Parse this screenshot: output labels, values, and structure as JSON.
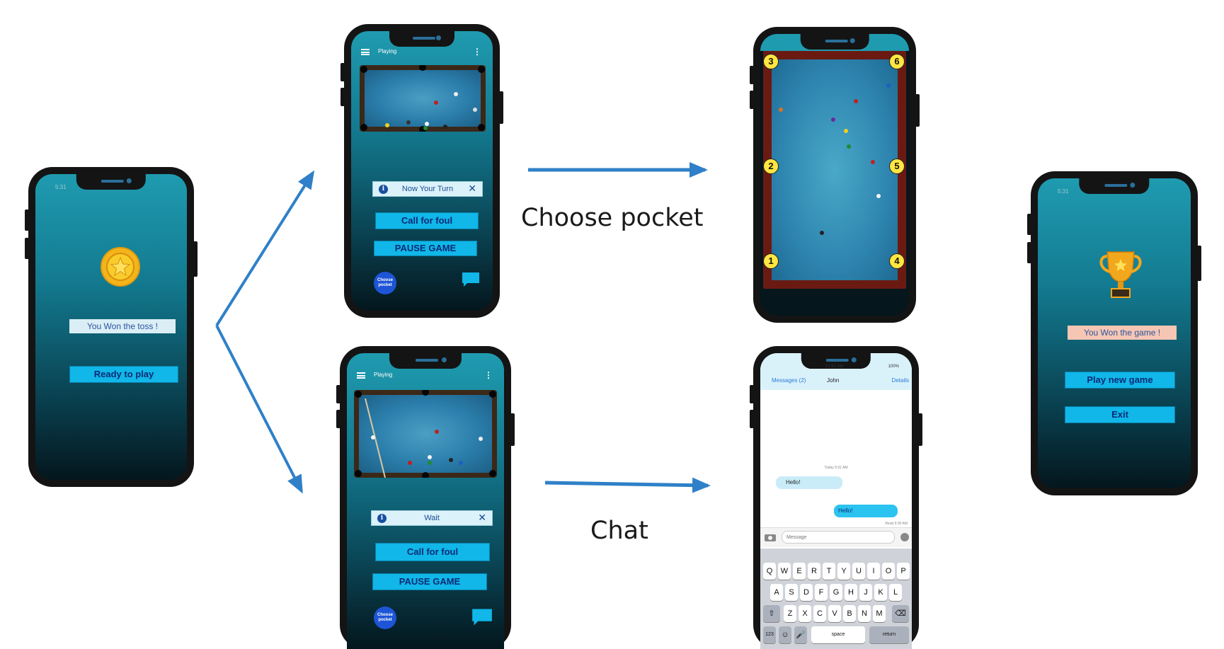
{
  "phone1": {
    "status_time": "5:31",
    "toss_message": "You Won the toss !",
    "ready_button": "Ready to play",
    "coin_icon": "star-coin-icon"
  },
  "phone2": {
    "title": "Playing",
    "info_message": "Now Your Turn",
    "foul_button": "Call for foul",
    "pause_button": "PAUSE GAME",
    "choose_pocket_label": "Choose pocket"
  },
  "phone3": {
    "title": "Playing",
    "info_message": "Wait",
    "foul_button": "Call for foul",
    "pause_button": "PAUSE GAME",
    "choose_pocket_label": "Choose pocket"
  },
  "phone4": {
    "pocket_numbers": [
      "3",
      "6",
      "2",
      "5",
      "1",
      "4"
    ]
  },
  "phone5": {
    "status_time": "12:51 AM",
    "battery": "100%",
    "back_label": "Messages (2)",
    "contact_name": "John",
    "details_label": "Details",
    "timestamp": "Today 9:31 AM",
    "incoming_message": "Hello!",
    "outgoing_message": "Hello!",
    "read_receipt": "Read 9:30 AM",
    "message_placeholder": "Message",
    "keyboard_rows": [
      [
        "Q",
        "W",
        "E",
        "R",
        "T",
        "Y",
        "U",
        "I",
        "O",
        "P"
      ],
      [
        "A",
        "S",
        "D",
        "F",
        "G",
        "H",
        "J",
        "K",
        "L"
      ],
      [
        "Z",
        "X",
        "C",
        "V",
        "B",
        "N",
        "M"
      ]
    ],
    "key_123": "123",
    "key_space": "space",
    "key_return": "return"
  },
  "phone6": {
    "status_time": "5:31",
    "win_message": "You Won the game !",
    "play_new_button": "Play new game",
    "exit_button": "Exit"
  },
  "captions": {
    "choose_pocket": "Choose pocket",
    "chat": "Chat"
  },
  "colors": {
    "arrow": "#2f80c8",
    "button": "#10b7e8",
    "screen_top": "#1f9bb0",
    "screen_bottom": "#04161d"
  }
}
